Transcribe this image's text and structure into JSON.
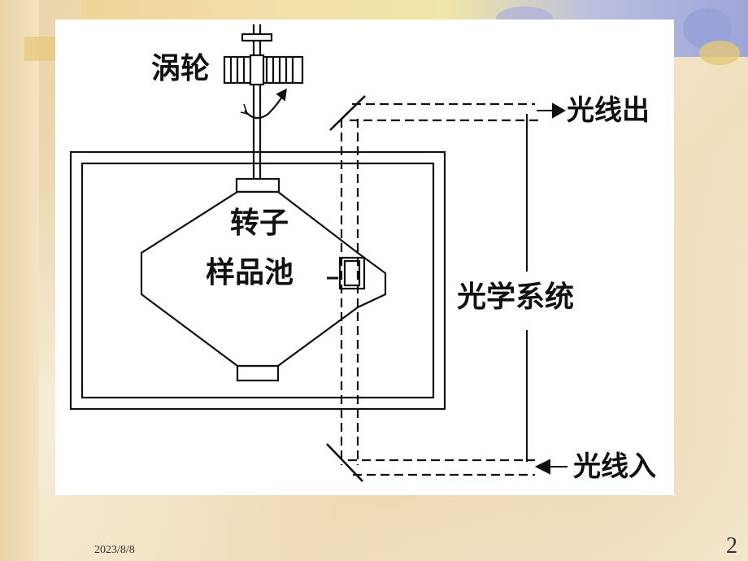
{
  "diagram": {
    "labels": {
      "turbine": "涡轮",
      "rotor": "转子",
      "sample_cell": "样品池",
      "optical_system": "光学系统",
      "light_out": "光线出",
      "light_in": "光线入"
    }
  },
  "footer": {
    "date": "2023/8/8",
    "page_number": "2"
  },
  "colors": {
    "ink": "#111111",
    "panel": "#ffffff",
    "parchment": "#f5ead2"
  }
}
